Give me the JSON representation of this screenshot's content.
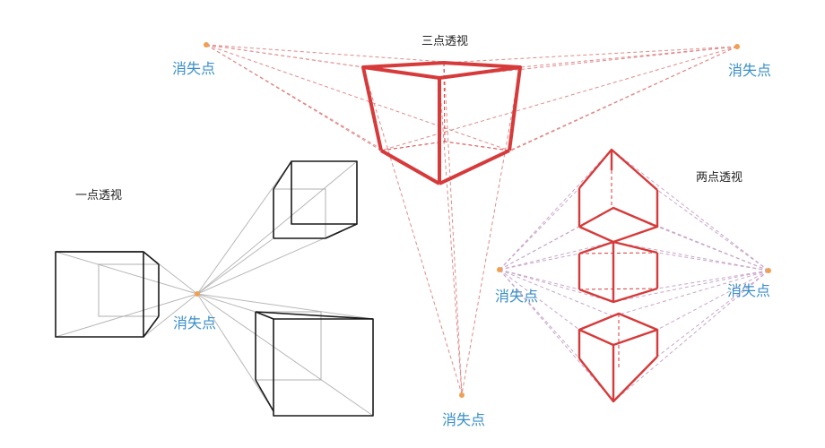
{
  "titles": {
    "three_point": "三点透视",
    "one_point": "一点透视",
    "two_point": "两点透视"
  },
  "vanishing_point_label": "消失点",
  "colors": {
    "label_blue": "#3a8fc7",
    "cube_red": "#d63a3a",
    "guide_red": "#e08a8a",
    "guide_purple": "#c9a6c9",
    "vp_orange": "#f0a050"
  }
}
